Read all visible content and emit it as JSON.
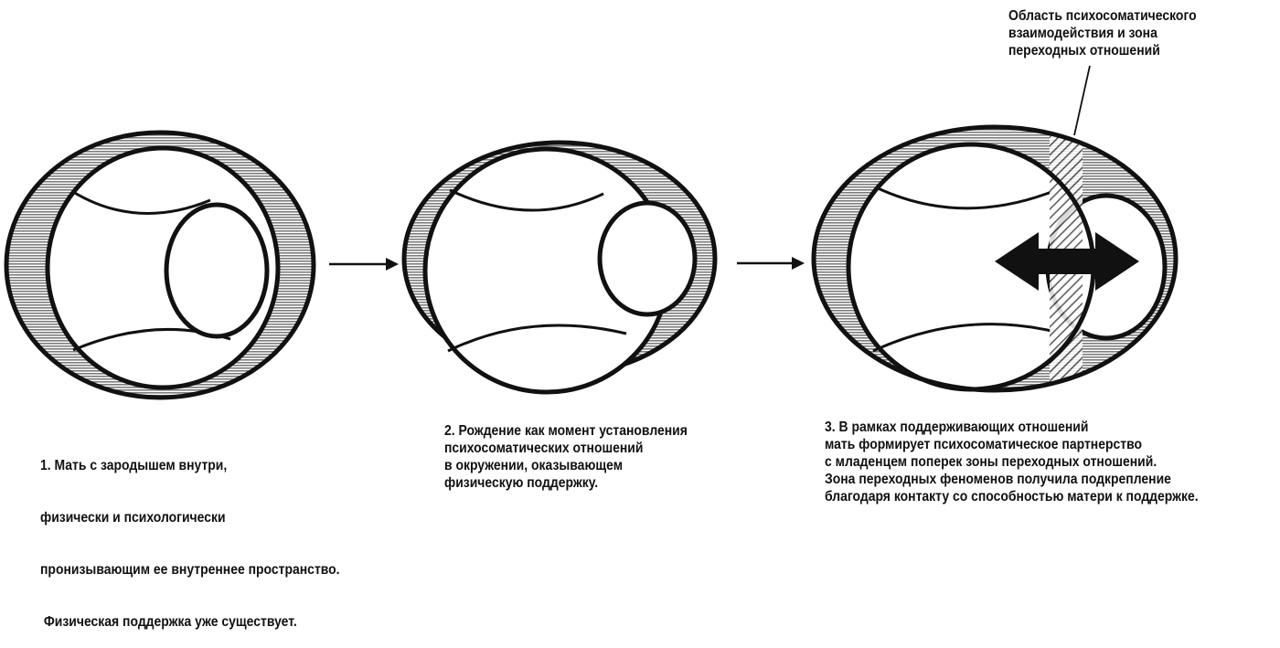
{
  "colors": {
    "ink": "#111111",
    "shade": "#9a9a9a",
    "background": "#ffffff"
  },
  "zone_label": [
    "Область психосоматического",
    "взаимодействия и зона",
    "переходных отношений"
  ],
  "captions": [
    {
      "lines": [
        "1. Мать с зародышем внутри,",
        "физически и психологически",
        "пронизывающим ее внутреннее пространство.",
        " Физическая поддержка уже существует."
      ]
    },
    {
      "lines": [
        "2. Рождение как момент установления",
        "психосоматических отношений",
        "в окружении, оказывающем",
        "физическую поддержку."
      ]
    },
    {
      "lines": [
        "3. В рамках поддерживающих отношений",
        "мать формирует психосоматическое партнерство",
        "с младенцем поперек зоны переходных отношений.",
        "Зона переходных феноменов получила подкрепление",
        "благодаря контакту со способностью матери к поддержке."
      ]
    }
  ]
}
